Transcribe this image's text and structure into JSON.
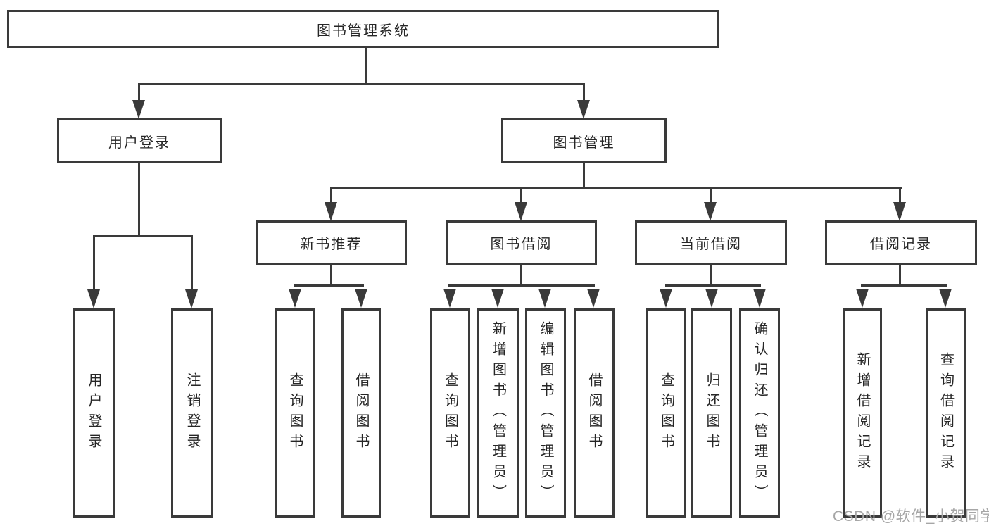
{
  "colors": {
    "line": "#3a3a3a",
    "text": "#262626",
    "watermark": "#a6a6a6",
    "background": "#ffffff"
  },
  "tree": {
    "root": {
      "label": "图书管理系统"
    },
    "children": [
      {
        "label": "用户登录",
        "children": [
          {
            "label": "用户登录"
          },
          {
            "label": "注销登录"
          }
        ]
      },
      {
        "label": "图书管理",
        "children": [
          {
            "label": "新书推荐",
            "children": [
              {
                "label": "查询图书"
              },
              {
                "label": "借阅图书"
              }
            ]
          },
          {
            "label": "图书借阅",
            "children": [
              {
                "label": "查询图书"
              },
              {
                "label": "新增图书（管理员）"
              },
              {
                "label": "编辑图书（管理员）"
              },
              {
                "label": "借阅图书"
              }
            ]
          },
          {
            "label": "当前借阅",
            "children": [
              {
                "label": "查询图书"
              },
              {
                "label": "归还图书"
              },
              {
                "label": "确认归还（管理员）"
              }
            ]
          },
          {
            "label": "借阅记录",
            "children": [
              {
                "label": "新增借阅记录"
              },
              {
                "label": "查询借阅记录"
              }
            ]
          }
        ]
      }
    ]
  },
  "watermark": {
    "text": "CSDN @软件_小贺同学"
  }
}
